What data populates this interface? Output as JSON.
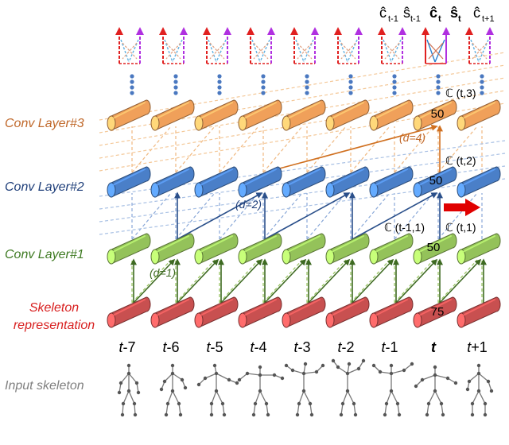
{
  "figure": {
    "layer_labels": {
      "conv3": "Conv Layer#3",
      "conv2": "Conv Layer#2",
      "conv1": "Conv Layer#1",
      "skeleton_line1": "Skeleton",
      "skeleton_line2": "representation",
      "input": "Input skeleton"
    },
    "time_steps": [
      "t-7",
      "t-6",
      "t-5",
      "t-4",
      "t-3",
      "t-2",
      "t-1",
      "t",
      "t+1"
    ],
    "current_time_index": 7,
    "dilations": {
      "d1": "(d=1)",
      "d2": "(d=2)",
      "d4": "(d=4)"
    },
    "channel_counts": {
      "conv3": "50",
      "conv2": "50",
      "conv1": "50",
      "skeleton": "75"
    },
    "receptive_labels": {
      "c_t3": "ℂ (t,3)",
      "c_t2": "ℂ (t,2)",
      "c_t1": "ℂ (t,1)",
      "c_tm1_1": "ℂ (t-1,1)"
    },
    "outputs": {
      "t_minus_1": {
        "c": "ĉ",
        "s": "ŝ",
        "sub": "t-1"
      },
      "t": {
        "c": "ĉ",
        "s": "ŝ",
        "sub": "t"
      },
      "t_plus_1": {
        "c": "ĉ",
        "sub": "t+1"
      }
    },
    "colors": {
      "conv3": "#f0a05a",
      "conv2": "#4a7fc8",
      "conv1": "#94c25a",
      "skeleton": "#c85050",
      "conv3_text": "#c0682a",
      "conv2_text": "#1f3f7a",
      "conv1_text": "#3e7a22",
      "skeleton_text": "#d82020",
      "input_text": "#808080",
      "output_red": "#e02020",
      "output_magenta": "#b030e0",
      "arrow_red": "#e00000"
    }
  }
}
